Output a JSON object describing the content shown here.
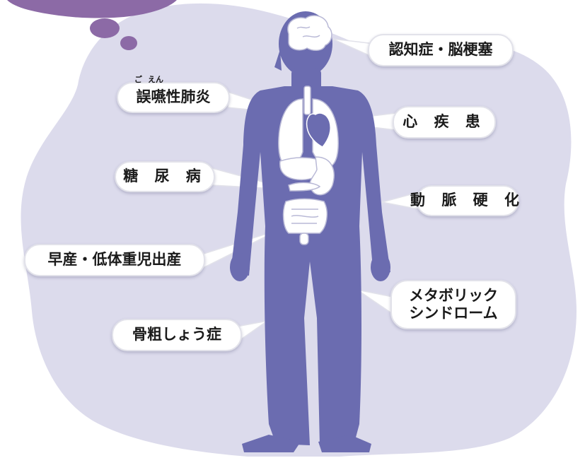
{
  "labels": {
    "dementia": "認知症・脳梗塞",
    "pneumonia": "誤嚥性肺炎",
    "pneumonia_ruby_go": "ご",
    "pneumonia_ruby_en": "えん",
    "heart": "心 疾 患",
    "diabetes": "糖 尿 病",
    "arterio": "動 脈 硬 化",
    "preterm": "早産・低体重児出産",
    "metabolic_line1": "メタボリック",
    "metabolic_line2": "シンドローム",
    "osteo": "骨粗しょう症"
  },
  "colors": {
    "background_blob": "#dcdbec",
    "body": "#6b6cb0",
    "organs": "#ffffff",
    "thought_bubble": "#8c6aa6",
    "label_border": "#e2e2ea",
    "label_text": "#1a1a1a"
  }
}
